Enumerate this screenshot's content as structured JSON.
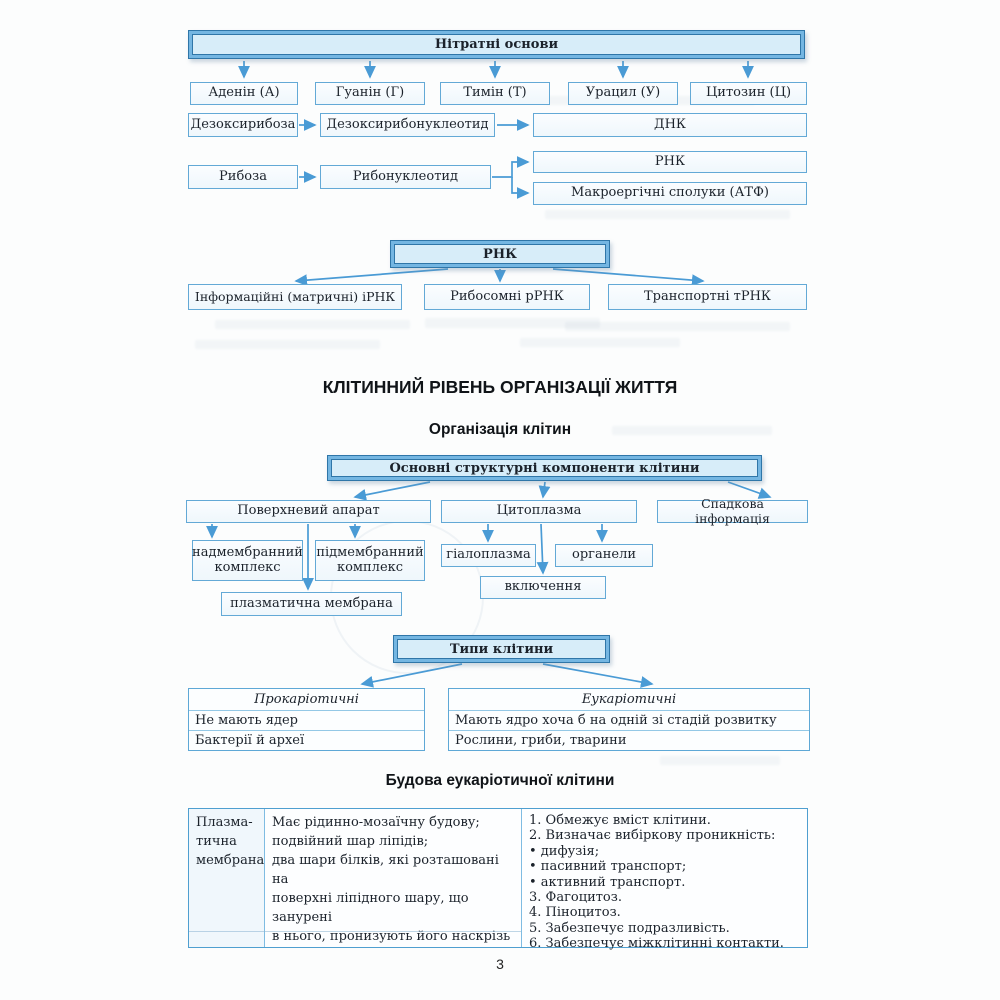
{
  "page": {
    "number": "3"
  },
  "colors": {
    "accent_blue": "#4a9bd5",
    "title_fill": "#d7edf9",
    "box_border": "#63a9d6"
  },
  "diagram_nucleotides": {
    "title": "Нітратні основи",
    "bases": [
      "Аденін (А)",
      "Гуанін (Г)",
      "Тимін (Т)",
      "Урацил (У)",
      "Цитозин (Ц)"
    ],
    "deoxy_chain": {
      "sugar": "Дезоксирибоза",
      "nucleotide": "Дезоксирибонуклеотид",
      "result": "ДНК"
    },
    "ribo_chain": {
      "sugar": "Рибоза",
      "nucleotide": "Рибонуклеотид",
      "results": [
        "РНК",
        "Макроергічні сполуки (АТФ)"
      ]
    }
  },
  "diagram_rna": {
    "title": "РНК",
    "types": [
      "Інформаційні (матричні) іРНК",
      "Рибосомні рРНК",
      "Транспортні тРНК"
    ]
  },
  "section_cell": {
    "heading": "КЛІТИННИЙ РІВЕНЬ ОРГАНІЗАЦІЇ ЖИТТЯ",
    "subheading": "Організація клітин"
  },
  "diagram_components": {
    "title": "Основні структурні компоненти клітини",
    "surface_apparatus": "Поверхневий апарат",
    "supra_membrane": "надмембранний комплекс",
    "sub_membrane": "підмембранний комплекс",
    "plasma_membrane": "плазматична мембрана",
    "cytoplasm": "Цитоплазма",
    "hyaloplasm": "гіалоплазма",
    "organelles": "органели",
    "inclusions": "включення",
    "hereditary_info": "Спадкова інформація"
  },
  "diagram_cell_types": {
    "title": "Типи клітини",
    "prokaryotic": {
      "header": "Прокаріотичні",
      "row1": "Не мають ядер",
      "row2": "Бактерії й археї"
    },
    "eukaryotic": {
      "header": "Еукаріотичні",
      "row1": "Мають ядро хоча б на одній зі стадій розвитку",
      "row2": "Рослини, гриби, тварини"
    }
  },
  "section_structure": {
    "heading": "Будова еукаріотичної клітини",
    "plasma_row": {
      "name_lines": [
        "Плазма-",
        "тична",
        "мембрана"
      ],
      "structure_lines": [
        "Має рідинно-мозаїчну будову;",
        "подвійний шар ліпідів;",
        "два шари білків, які розташовані на",
        "поверхні ліпідного шару, що занурені",
        "в нього, пронизують його наскрізь"
      ],
      "functions": [
        "1. Обмежує вміст клітини.",
        "2. Визначає вибіркову проникність:",
        "• дифузія;",
        "• пасивний транспорт;",
        "• активний транспорт.",
        "3. Фагоцитоз.",
        "4. Піноцитоз.",
        "5. Забезпечує подразливість.",
        "6. Забезпечує міжклітинні контакти."
      ]
    }
  }
}
